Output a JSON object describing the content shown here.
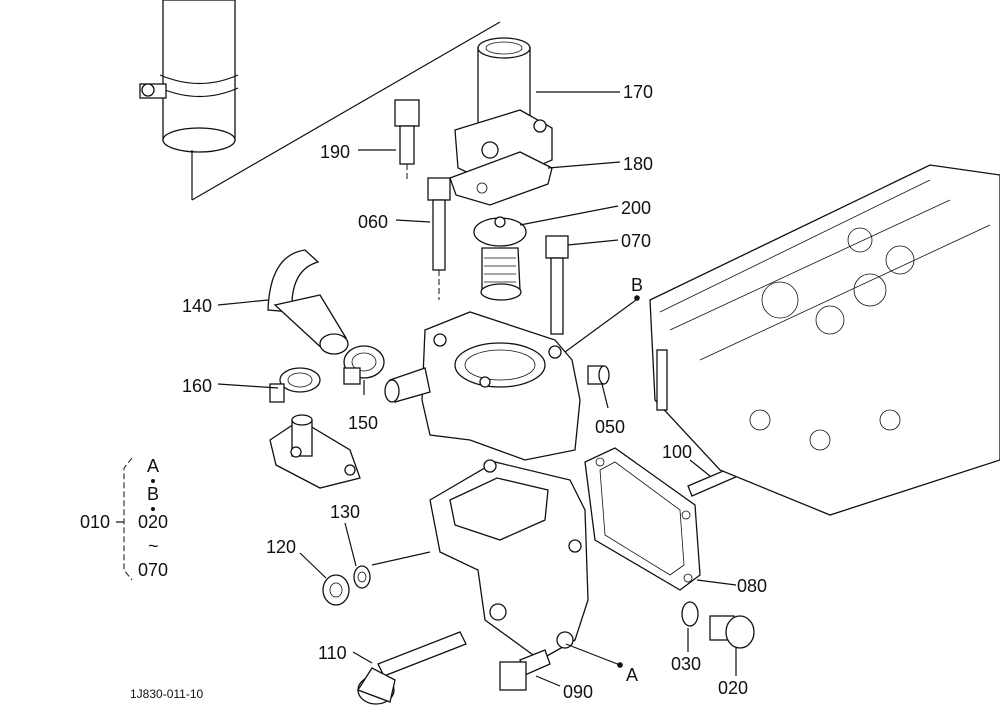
{
  "parts": [
    {
      "id": "170",
      "label": "170"
    },
    {
      "id": "180",
      "label": "180"
    },
    {
      "id": "190",
      "label": "190"
    },
    {
      "id": "060",
      "label": "060"
    },
    {
      "id": "200",
      "label": "200"
    },
    {
      "id": "070",
      "label": "070"
    },
    {
      "id": "140",
      "label": "140"
    },
    {
      "id": "160",
      "label": "160"
    },
    {
      "id": "150",
      "label": "150"
    },
    {
      "id": "050",
      "label": "050"
    },
    {
      "id": "100",
      "label": "100"
    },
    {
      "id": "130",
      "label": "130"
    },
    {
      "id": "120",
      "label": "120"
    },
    {
      "id": "080",
      "label": "080"
    },
    {
      "id": "110",
      "label": "110"
    },
    {
      "id": "030",
      "label": "030"
    },
    {
      "id": "020",
      "label": "020"
    },
    {
      "id": "090",
      "label": "090"
    }
  ],
  "refs": {
    "a": "A",
    "b": "B"
  },
  "assembly": {
    "label": "010",
    "line1": "A",
    "line2": "B",
    "line3": "020",
    "tilde": "~",
    "line4": "070"
  },
  "figure_code": "1J830-011-10"
}
